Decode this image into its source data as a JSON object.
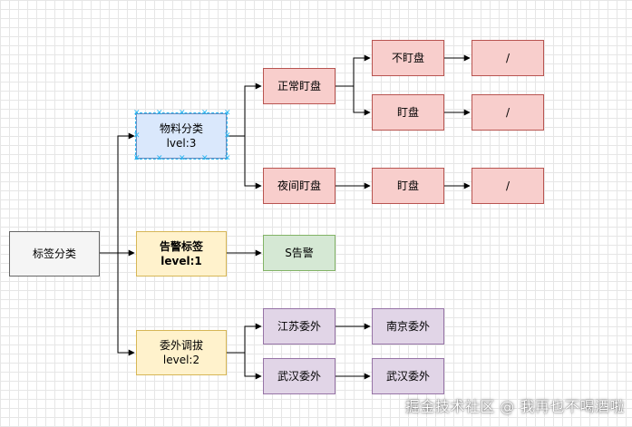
{
  "diagram": {
    "nodes": {
      "root": "标签分类",
      "material": {
        "line1": "物料分类",
        "line2": "lvel:3"
      },
      "alarm": {
        "line1": "告警标签",
        "line2": "level:1"
      },
      "outsource": {
        "line1": "委外调拔",
        "line2": "level:2"
      },
      "normal_watch": "正常盯盘",
      "night_watch": "夜间盯盘",
      "no_watch": "不盯盘",
      "watch_a": "盯盘",
      "watch_b": "盯盘",
      "slash_1": "/",
      "slash_2": "/",
      "slash_3": "/",
      "s_alarm": "S告警",
      "jiangsu": "江苏委外",
      "nanjing": "南京委外",
      "wuhan_src": "武汉委外",
      "wuhan_dst": "武汉委外"
    },
    "colors": {
      "gray": "#f5f5f5",
      "blue": "#dae8fc",
      "yellow": "#fff2cc",
      "green": "#d5e8d4",
      "red": "#f8cecc",
      "purple": "#e1d5e7",
      "selection": "#29b6f2"
    }
  },
  "watermark": "掘金技术社区 @ 我再也不喝酒啦"
}
